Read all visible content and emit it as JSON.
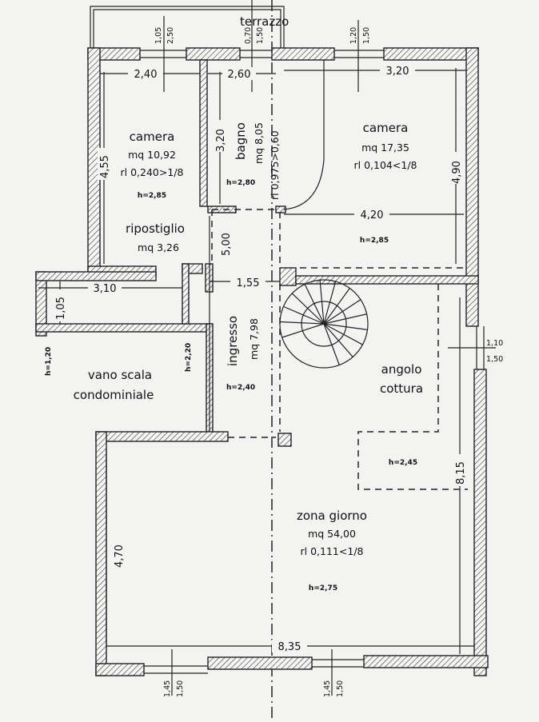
{
  "rooms": {
    "terrazzo": "terrazzo",
    "camera_left": {
      "name": "camera",
      "area": "mq 10,92",
      "ratio": "rl 0,240>1/8",
      "height": "h=2,85"
    },
    "bagno": {
      "name": "bagno",
      "area": "mq 8,05",
      "ratio": "rl 0,975>0,60",
      "height": "h=2,80"
    },
    "camera_right": {
      "name": "camera",
      "area": "mq 17,35",
      "ratio": "rl 0,104<1/8",
      "height": "h=2,85"
    },
    "ripostiglio": {
      "name": "ripostiglio",
      "area": "mq 3,26"
    },
    "ingresso": {
      "name": "ingresso",
      "area": "mq 7,98",
      "height": "h=2,40"
    },
    "vano_scala": {
      "line1": "vano scala",
      "line2": "condominiale",
      "height_left": "h=1,20",
      "height_right": "h=2,20"
    },
    "angolo_cottura": {
      "line1": "angolo",
      "line2": "cottura",
      "height": "h=2,45"
    },
    "zona_giorno": {
      "name": "zona giorno",
      "area": "mq 54,00",
      "ratio": "rl 0,111<1/8",
      "height": "h=2,75"
    }
  },
  "dimensions": {
    "w_240": "2,40",
    "w_260": "2,60",
    "w_320": "3,20",
    "h_455": "4,55",
    "h_320": "3,20",
    "h_490": "4,90",
    "w_420": "4,20",
    "h_500": "5,00",
    "w_310": "3,10",
    "h_105": "1,05",
    "w_155": "1,55",
    "h_815": "8,15",
    "h_470": "4,70",
    "w_835": "8,35"
  },
  "windows": {
    "top1": [
      "1,05",
      "2,50"
    ],
    "top2": [
      "0,70",
      "1,50"
    ],
    "top3": [
      "1,20",
      "1,50"
    ],
    "right": [
      "1,10",
      "1,50"
    ],
    "bottom1": [
      "1,45",
      "1,50"
    ],
    "bottom2": [
      "1,45",
      "1,50"
    ]
  }
}
